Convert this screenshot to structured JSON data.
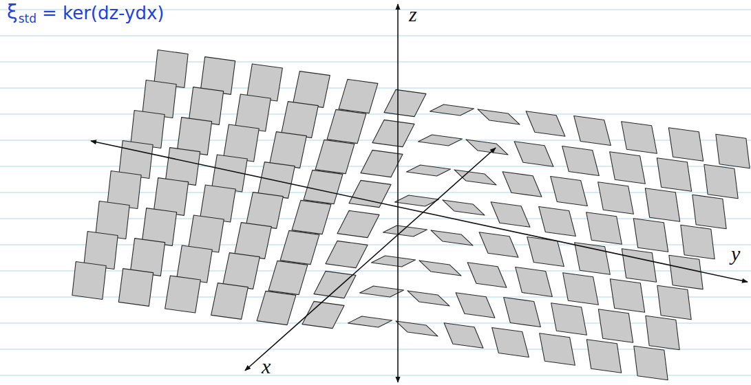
{
  "diagram": {
    "labels": [
      "ξ",
      "std",
      "= ker(dz-ydx)",
      "z",
      "x",
      "y"
    ]
  }
}
